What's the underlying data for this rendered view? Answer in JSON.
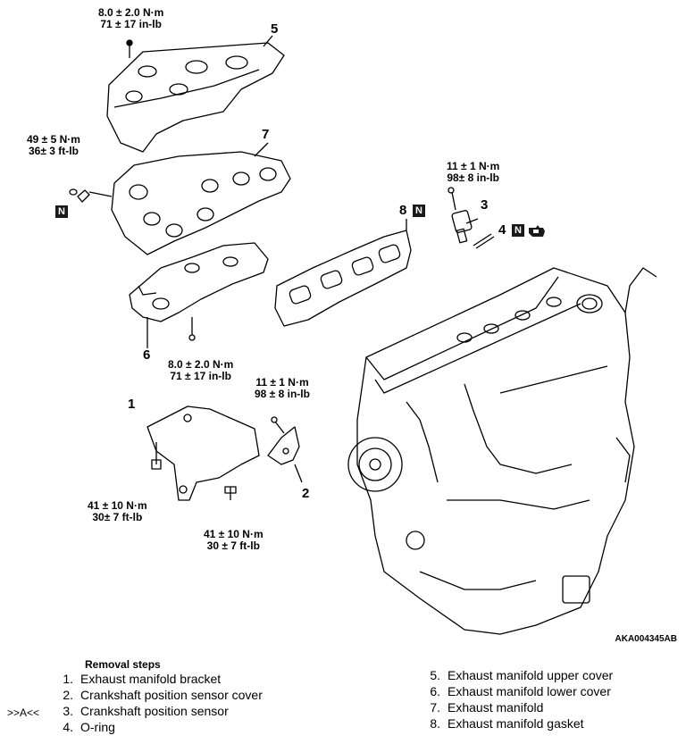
{
  "torque_specs": {
    "t5_top": {
      "line1": "8.0 ± 2.0 N·m",
      "line2": "71 ± 17 in-lb"
    },
    "t7_nut": {
      "line1": "49 ± 5 N·m",
      "line2": "36± 3 ft-lb"
    },
    "t3_sensor": {
      "line1": "11 ± 1 N·m",
      "line2": "98± 8 in-lb"
    },
    "t6_bolt": {
      "line1": "8.0 ± 2.0 N·m",
      "line2": "71 ± 17 in-lb"
    },
    "t2_bolt": {
      "line1": "11 ± 1 N·m",
      "line2": "98 ± 8 in-lb"
    },
    "t1_left": {
      "line1": "41 ± 10 N·m",
      "line2": "30± 7 ft-lb"
    },
    "t1_right": {
      "line1": "41 ± 10 N·m",
      "line2": "30 ± 7 ft-lb"
    }
  },
  "callouts": {
    "c1": "1",
    "c2": "2",
    "c3": "3",
    "c4": "4",
    "c5": "5",
    "c6": "6",
    "c7": "7",
    "c8": "8"
  },
  "badge": "N",
  "figure_code": "AKA004345AB",
  "removal": {
    "title": "Removal steps",
    "marker": ">>A<<",
    "left": [
      {
        "num": "1.",
        "text": "Exhaust manifold bracket"
      },
      {
        "num": "2.",
        "text": "Crankshaft position sensor cover"
      },
      {
        "num": "3.",
        "text": "Crankshaft position sensor"
      },
      {
        "num": "4.",
        "text": "O-ring"
      }
    ],
    "right": [
      {
        "num": "5.",
        "text": "Exhaust manifold upper cover"
      },
      {
        "num": "6.",
        "text": "Exhaust manifold lower cover"
      },
      {
        "num": "7.",
        "text": "Exhaust manifold"
      },
      {
        "num": "8.",
        "text": "Exhaust manifold gasket"
      }
    ]
  }
}
